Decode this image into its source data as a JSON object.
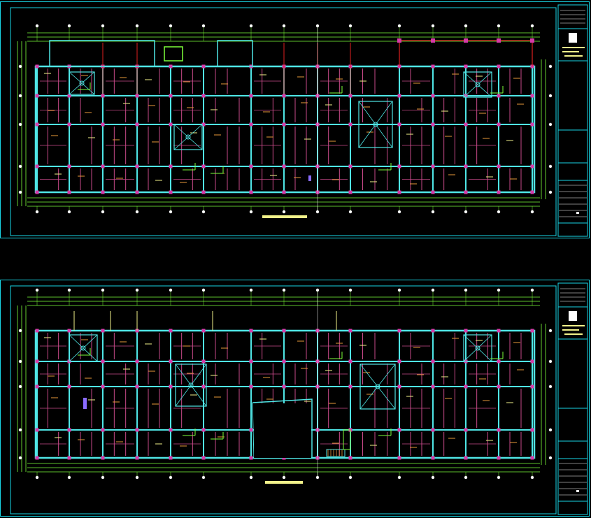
{
  "canvas": {
    "background": "#000000"
  },
  "colors": {
    "frame": "#19d6e6",
    "column": "#d63aa8",
    "grid": "#7dff3a",
    "wall": "#4fe6e6",
    "beam": "#c94a8a",
    "red": "#e02020",
    "yellow": "#f2f28a",
    "white": "#ffffff"
  },
  "sheets": [
    {
      "id": "sheet-1",
      "title_bar": "",
      "variant": "upper"
    },
    {
      "id": "sheet-2",
      "title_bar": "",
      "variant": "lower"
    }
  ]
}
